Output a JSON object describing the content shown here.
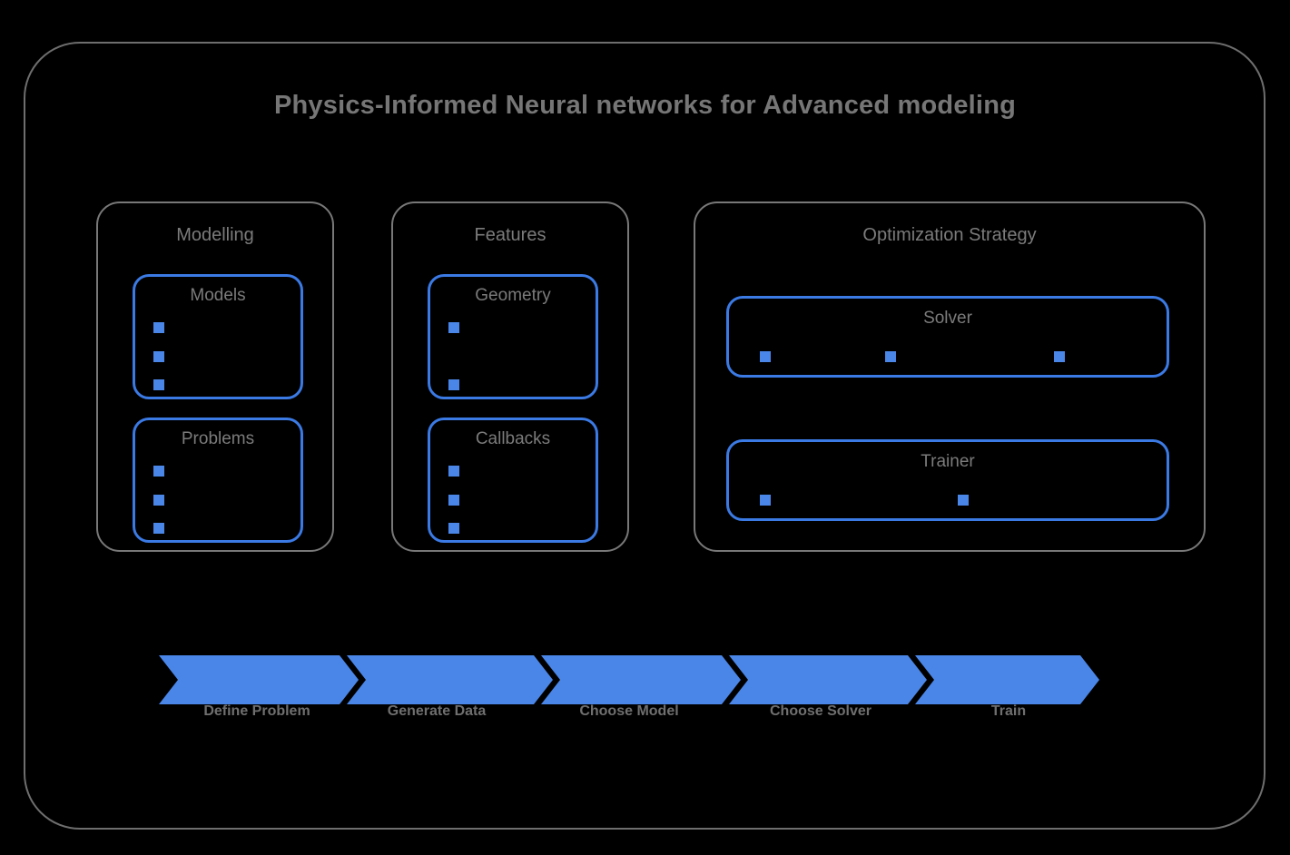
{
  "diagram": {
    "title": "Physics-Informed Neural networks for Advanced modeling",
    "accent_color": "#4a86e8",
    "frame_color": "#6e6e6e",
    "text_color": "#767676"
  },
  "groups": [
    {
      "title": "Modelling",
      "boxes": [
        {
          "title": "Models",
          "bullet_count": 3,
          "bullet_layout": "vertical"
        },
        {
          "title": "Problems",
          "bullet_count": 3,
          "bullet_layout": "vertical"
        }
      ]
    },
    {
      "title": "Features",
      "boxes": [
        {
          "title": "Geometry",
          "bullet_count": 2,
          "bullet_layout": "vertical"
        },
        {
          "title": "Callbacks",
          "bullet_count": 3,
          "bullet_layout": "vertical"
        }
      ]
    },
    {
      "title": "Optimization Strategy",
      "boxes": [
        {
          "title": "Solver",
          "bullet_count": 3,
          "bullet_layout": "horizontal"
        },
        {
          "title": "Trainer",
          "bullet_count": 2,
          "bullet_layout": "horizontal"
        }
      ]
    }
  ],
  "flow": {
    "steps": [
      {
        "label": "Define Problem"
      },
      {
        "label": "Generate Data"
      },
      {
        "label": "Choose Model"
      },
      {
        "label": "Choose Solver"
      },
      {
        "label": "Train"
      }
    ]
  }
}
